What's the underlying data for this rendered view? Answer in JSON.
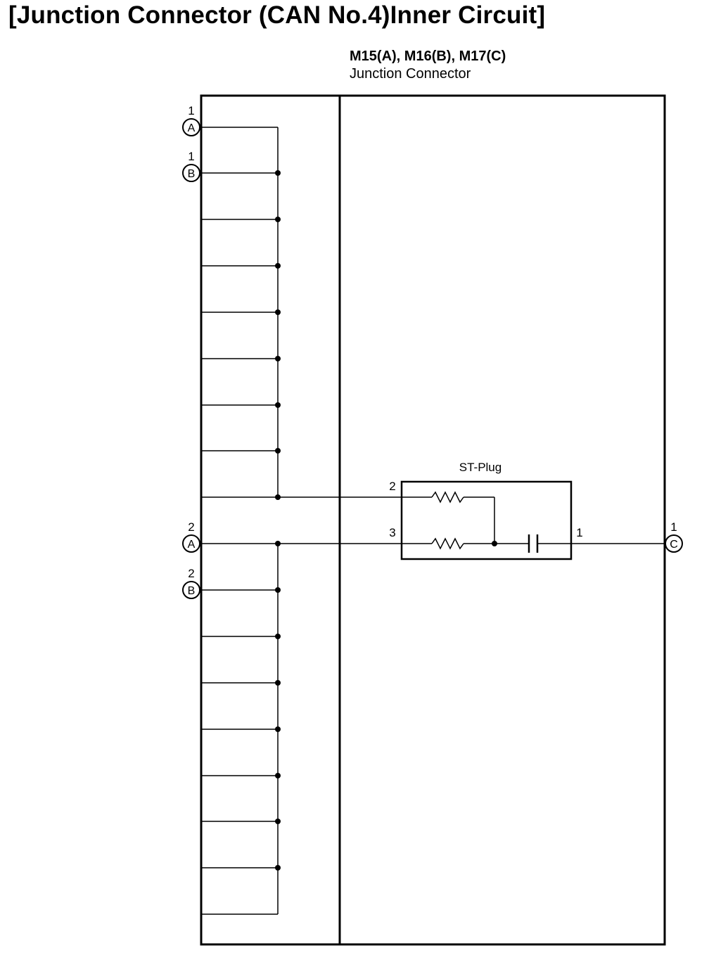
{
  "title": "[Junction Connector (CAN No.4)Inner Circuit]",
  "connector": {
    "codes": "M15(A), M16(B), M17(C)",
    "name": "Junction Connector"
  },
  "terminals": [
    {
      "id": "A1",
      "letter": "A",
      "pin": "1"
    },
    {
      "id": "B1",
      "letter": "B",
      "pin": "1"
    },
    {
      "id": "A2",
      "letter": "A",
      "pin": "2"
    },
    {
      "id": "B2",
      "letter": "B",
      "pin": "2"
    },
    {
      "id": "C1",
      "letter": "C",
      "pin": "1"
    }
  ],
  "st_plug": {
    "label": "ST-Plug",
    "pin_top_left": "2",
    "pin_bottom_left": "3",
    "pin_right": "1"
  }
}
